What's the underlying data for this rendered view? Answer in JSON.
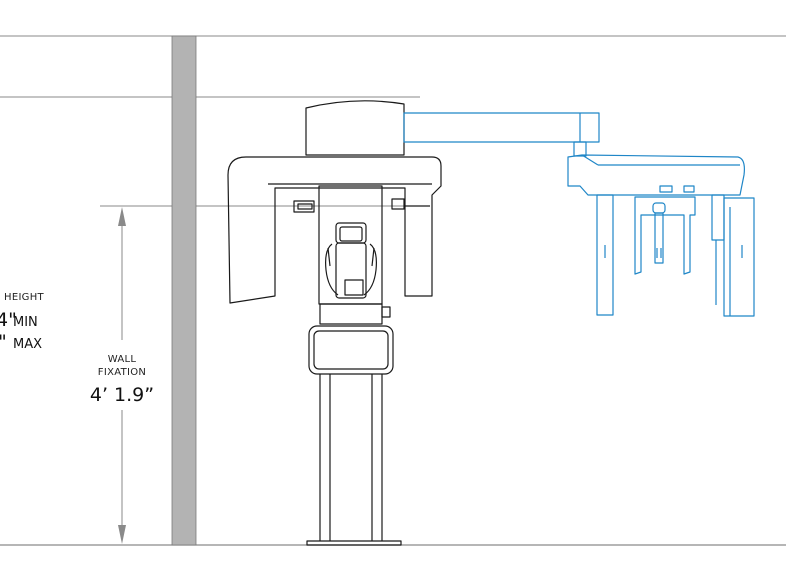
{
  "labels": {
    "height_title": "HEIGHT",
    "height_min_value": "4\"",
    "height_min_unit": "MIN",
    "height_max_value": "\"",
    "height_max_unit": "MAX",
    "wall_line1": "WALL",
    "wall_line2": "FIXATION",
    "wall_value": "4’ 1.9”"
  },
  "colors": {
    "outline": "#1a1a1a",
    "accent": "#1f86c7",
    "wall": "#b3b3b3",
    "guide": "#8a8a8a"
  }
}
